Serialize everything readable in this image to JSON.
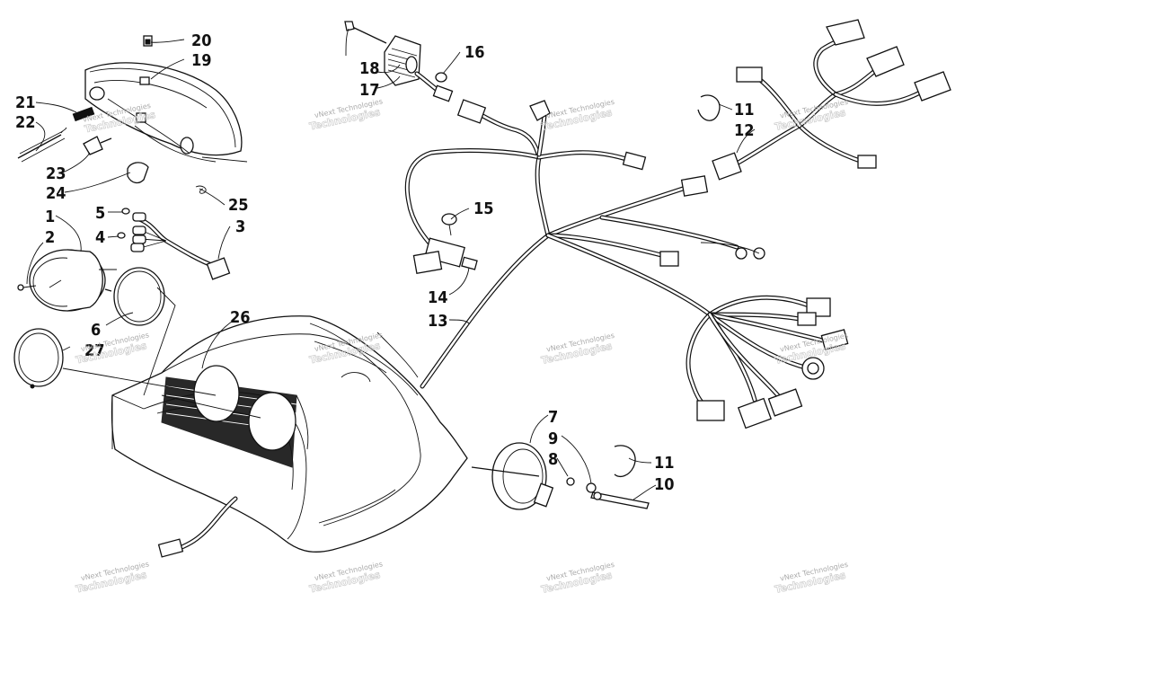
{
  "diagram": {
    "callouts": [
      {
        "id": "c20",
        "text": "20"
      },
      {
        "id": "c19",
        "text": "19"
      },
      {
        "id": "c21",
        "text": "21"
      },
      {
        "id": "c22",
        "text": "22"
      },
      {
        "id": "c23",
        "text": "23"
      },
      {
        "id": "c24",
        "text": "24"
      },
      {
        "id": "c25",
        "text": "25"
      },
      {
        "id": "c1",
        "text": "1"
      },
      {
        "id": "c5",
        "text": "5"
      },
      {
        "id": "c3",
        "text": "3"
      },
      {
        "id": "c2",
        "text": "2"
      },
      {
        "id": "c4",
        "text": "4"
      },
      {
        "id": "c6",
        "text": "6"
      },
      {
        "id": "c27",
        "text": "27"
      },
      {
        "id": "c26",
        "text": "26"
      },
      {
        "id": "c18",
        "text": "18"
      },
      {
        "id": "c16",
        "text": "16"
      },
      {
        "id": "c17",
        "text": "17"
      },
      {
        "id": "c15",
        "text": "15"
      },
      {
        "id": "c14",
        "text": "14"
      },
      {
        "id": "c13",
        "text": "13"
      },
      {
        "id": "c11a",
        "text": "11"
      },
      {
        "id": "c12",
        "text": "12"
      },
      {
        "id": "c7",
        "text": "7"
      },
      {
        "id": "c9",
        "text": "9"
      },
      {
        "id": "c8",
        "text": "8"
      },
      {
        "id": "c11b",
        "text": "11"
      },
      {
        "id": "c10",
        "text": "10"
      }
    ],
    "watermark": {
      "line1": "vNext Technologies",
      "line2": "Technologies"
    }
  }
}
